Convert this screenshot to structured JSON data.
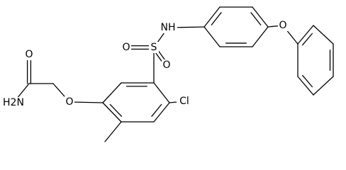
{
  "molecule": {
    "atom_labels": {
      "amide_n": "H2N",
      "amide_o": "O",
      "ether_o": "O",
      "chloro": "Cl",
      "sulfonyl_s": "S",
      "sulfonyl_o1": "O",
      "sulfonyl_o2": "O",
      "sulfonamide_nh": "NH",
      "phenoxy_o": "O"
    }
  }
}
